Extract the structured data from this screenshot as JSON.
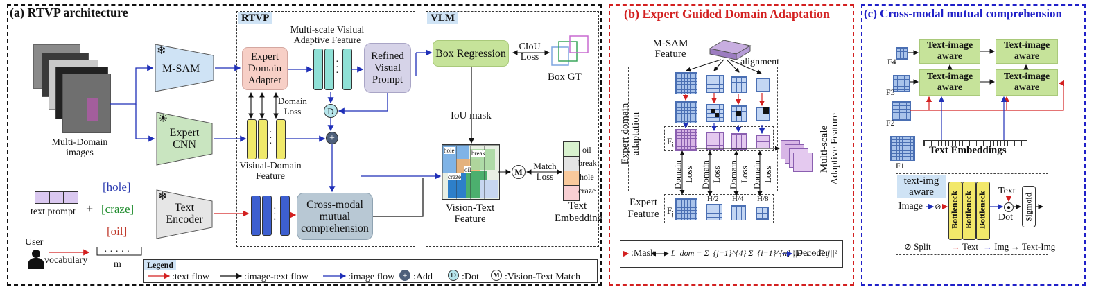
{
  "panel_a": {
    "title": "(a) RTVP architecture",
    "rtvp_tag": "RTVP",
    "vlm_tag": "VLM",
    "multi_domain_images": "Multi-Domain images",
    "msam": "M-SAM",
    "expert_cnn": "Expert CNN",
    "expert_domain_adapter": "Expert Domain Adapter",
    "multi_scale_feature": "Multi-scale Visiual Adaptive Feature",
    "refined_visual_prompt": "Refined Visual Prompt",
    "domain_loss": "Domain Loss",
    "visual_domain_feature": "Visiual-Domain Feature",
    "dot_symbol": "D",
    "add_symbol": "+",
    "match_symbol": "M",
    "text_prompt": "text prompt",
    "plus": "+",
    "vocab_words": [
      "[hole]",
      "[craze]",
      "[oil]"
    ],
    "vocab_colors": [
      "#2b3bb0",
      "#1c8a2a",
      "#c0392b"
    ],
    "dots": "· · · · ·",
    "m": "m",
    "user": "User",
    "vocabulary": "vocabulary",
    "text_encoder": "Text Encoder",
    "cross_modal": "Cross-modal mutual comprehension",
    "box_regression": "Box Regression",
    "ciou_loss": "CIoU Loss",
    "box_gt": "Box GT",
    "iou_mask": "IoU mask",
    "vt_labels": [
      "hole",
      "break",
      "oil",
      "craze"
    ],
    "vision_text_feature": "Vision-Text Feature",
    "match_loss": "Match Loss",
    "emb_labels": [
      "oil",
      "break",
      "hole",
      "craze"
    ],
    "emb_colors": [
      "#d9f2cf",
      "#e4e4e4",
      "#f9c99c",
      "#f8cfd3"
    ],
    "text_embedding": "Text Embedding",
    "legend": {
      "title": "Legend",
      "text_flow": ":text flow",
      "image_text_flow": ":image-text flow",
      "image_flow": ":image flow",
      "add": ":Add",
      "dot": ":Dot",
      "vt_match": ":Vision-Text Match"
    }
  },
  "panel_b": {
    "title": "(b) Expert Guided Domain Adaptation",
    "msam_feature": "M-SAM Feature",
    "alignment": "alignment",
    "expert_domain_adaptation": "Expert domain adaptation",
    "fi": "F",
    "fi_sub": "i",
    "fj": "F",
    "fj_sub": "j",
    "domain_loss_labels": [
      "Domain",
      "Loss"
    ],
    "expert_feature": "Expert Feature",
    "scales": [
      "H/2",
      "H/4",
      "H/8"
    ],
    "multi_scale": "Multi-scale Adaptive Feature",
    "formula_mask": ":Mask",
    "formula": "L_dom = Σ_{j=1}^{4} Σ_{i=1}^{n} ||F_i − F_j||²",
    "formula_decoder": ":Decoder"
  },
  "panel_c": {
    "title": "(c) Cross-modal mutual comprehension",
    "text_image_aware": "Text-image aware",
    "f_labels": [
      "F4",
      "F3",
      "F2",
      "F1"
    ],
    "text_embeddings": "Text Embeddings",
    "text_img_aware": "text-img aware",
    "image": "Image",
    "text": "Text",
    "bottleneck": "Bottleneck",
    "sigmoid": "Sigmoid",
    "dot": "Dot",
    "legend_split": "Split",
    "legend_text": "Text",
    "legend_img": "Img",
    "legend_text_img": "Text-Img"
  }
}
